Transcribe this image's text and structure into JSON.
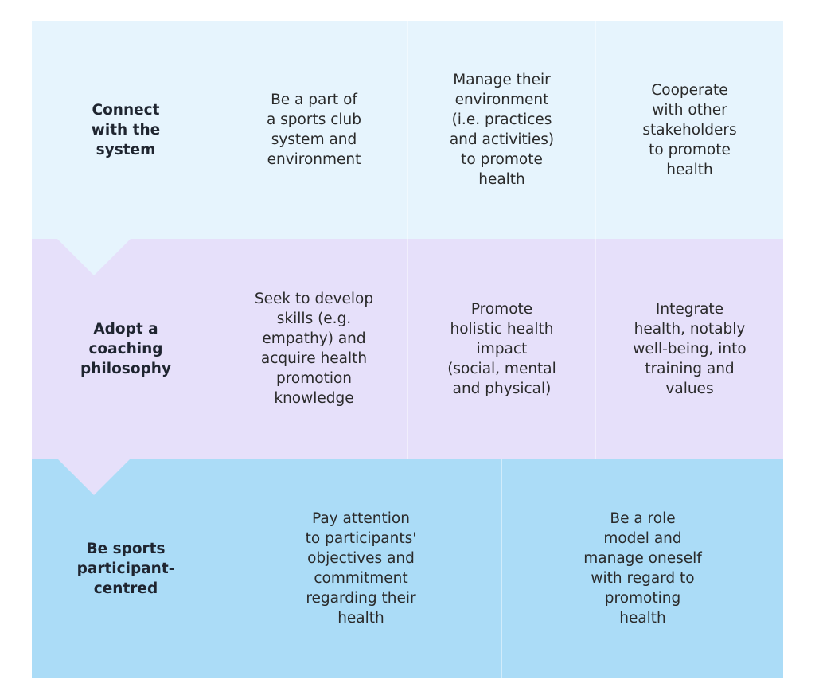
{
  "colors": {
    "band_1": "#e6f4fd",
    "band_2": "#e6e0fa",
    "band_3": "#abdcf7"
  },
  "rows": [
    {
      "label": "Connect with the system",
      "cells": [
        "Be a part of\na sports club\nsystem and\nenvironment",
        "Manage their\nenvironment\n(i.e. practices\nand activities)\nto promote\nhealth",
        "Cooperate\nwith other\nstakeholders\nto promote\nhealth"
      ]
    },
    {
      "label": "Adopt a coaching philosophy",
      "cells": [
        "Seek to develop\nskills (e.g.\nempathy) and\nacquire health\npromotion\nknowledge",
        "Promote\nholistic health\nimpact\n(social, mental\nand physical)",
        "Integrate\nhealth, notably\nwell-being, into\ntraining and\nvalues"
      ]
    },
    {
      "label": "Be sports participant-centred",
      "cells": [
        "Pay attention\nto participants'\nobjectives and\ncommitment\nregarding their\nhealth",
        "Be a role\nmodel and\nmanage oneself\nwith regard to\npromoting\nhealth"
      ]
    }
  ]
}
